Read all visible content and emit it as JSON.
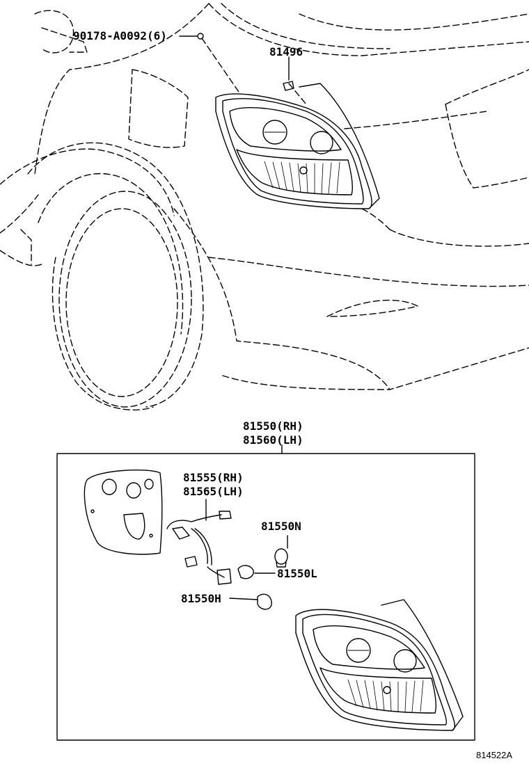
{
  "labels": {
    "clip": "90178-A0092(6)",
    "grommet": "81496",
    "lamp_rh": "81550(RH)",
    "lamp_lh": "81560(LH)",
    "socket_rh": "81555(RH)",
    "socket_lh": "81565(LH)",
    "bulb_n": "81550N",
    "bulb_l": "81550L",
    "bulb_h": "81550H"
  },
  "figure_id": "814522A"
}
